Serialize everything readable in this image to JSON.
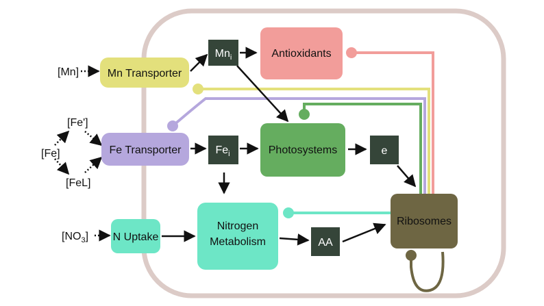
{
  "nodes": {
    "mn_transporter": {
      "label": "Mn Transporter",
      "color": "#e3e07c"
    },
    "mn_i": {
      "label": "Mn",
      "sub": "i",
      "color": "#354539"
    },
    "antioxidants": {
      "label": "Antioxidants",
      "color": "#f29d9a"
    },
    "fe_transporter": {
      "label": "Fe Transporter",
      "color": "#b5a7dd"
    },
    "fe_i": {
      "label": "Fe",
      "sub": "i",
      "color": "#354539"
    },
    "photosystems": {
      "label": "Photosystems",
      "color": "#65ad5f"
    },
    "e": {
      "label": "e",
      "color": "#354539"
    },
    "n_uptake": {
      "label": "N Uptake",
      "color": "#6de6c6"
    },
    "nitrogen_metabolism": {
      "label_line1": "Nitrogen",
      "label_line2": "Metabolism",
      "color": "#6de6c6"
    },
    "aa": {
      "label": "AA",
      "color": "#354539"
    },
    "ribosomes": {
      "label": "Ribosomes",
      "color": "#6e6643"
    }
  },
  "external": {
    "mn": "[Mn]",
    "fe_prime": "[Fe']",
    "fe": "[Fe]",
    "fel": "[FeL]",
    "no3_prefix": "[NO",
    "no3_sub": "3",
    "no3_suffix": "]"
  },
  "colors": {
    "cell_border": "#dccbc7",
    "arrow": "#111111",
    "feedback_antioxidants": "#f29d9a",
    "feedback_mn": "#e3e07c",
    "feedback_fe": "#b5a7dd",
    "feedback_photosystems": "#65ad5f",
    "feedback_n": "#6de6c6",
    "feedback_ribosome": "#6e6643"
  }
}
